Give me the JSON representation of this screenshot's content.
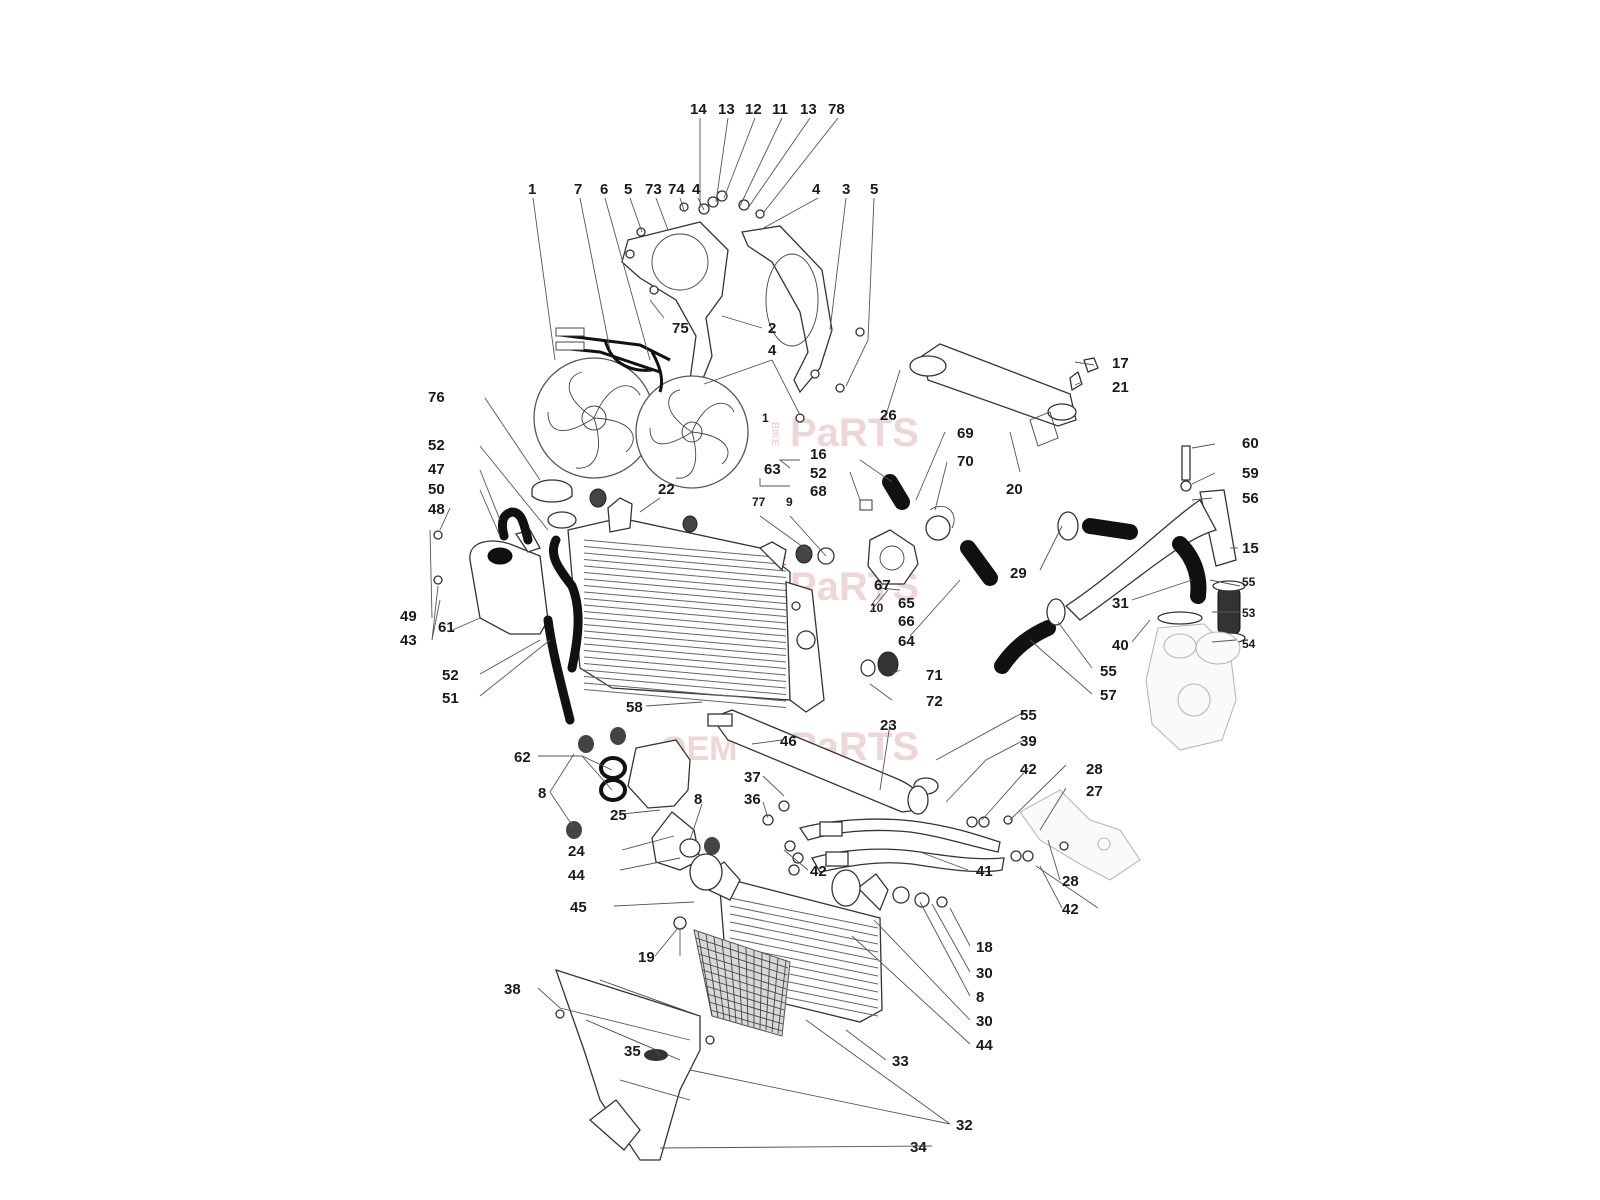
{
  "watermark": {
    "brand_left": "OEM",
    "brand_small": "BIKE",
    "brand_right": "PaRTS",
    "color": "#e06a6a"
  },
  "callouts": [
    {
      "id": "c14",
      "text": "14"
    },
    {
      "id": "c13a",
      "text": "13"
    },
    {
      "id": "c12",
      "text": "12"
    },
    {
      "id": "c11",
      "text": "11"
    },
    {
      "id": "c13b",
      "text": "13"
    },
    {
      "id": "c78",
      "text": "78"
    },
    {
      "id": "c1",
      "text": "1"
    },
    {
      "id": "c7",
      "text": "7"
    },
    {
      "id": "c6",
      "text": "6"
    },
    {
      "id": "c5a",
      "text": "5"
    },
    {
      "id": "c73",
      "text": "73"
    },
    {
      "id": "c74",
      "text": "74"
    },
    {
      "id": "c4a",
      "text": "4"
    },
    {
      "id": "c4b",
      "text": "4"
    },
    {
      "id": "c3",
      "text": "3"
    },
    {
      "id": "c5b",
      "text": "5"
    },
    {
      "id": "c75",
      "text": "75"
    },
    {
      "id": "c2",
      "text": "2"
    },
    {
      "id": "c4c",
      "text": "4"
    },
    {
      "id": "c17",
      "text": "17"
    },
    {
      "id": "c21",
      "text": "21"
    },
    {
      "id": "c26",
      "text": "26"
    },
    {
      "id": "c1b",
      "text": "1"
    },
    {
      "id": "c76",
      "text": "76"
    },
    {
      "id": "c69",
      "text": "69"
    },
    {
      "id": "c16",
      "text": "16"
    },
    {
      "id": "c70",
      "text": "70"
    },
    {
      "id": "c20",
      "text": "20"
    },
    {
      "id": "c60",
      "text": "60"
    },
    {
      "id": "c52a",
      "text": "52"
    },
    {
      "id": "c63",
      "text": "63"
    },
    {
      "id": "c52b",
      "text": "52"
    },
    {
      "id": "c47",
      "text": "47"
    },
    {
      "id": "c68",
      "text": "68"
    },
    {
      "id": "c59",
      "text": "59"
    },
    {
      "id": "c50",
      "text": "50"
    },
    {
      "id": "c77",
      "text": "77"
    },
    {
      "id": "c9",
      "text": "9"
    },
    {
      "id": "c22",
      "text": "22"
    },
    {
      "id": "c56",
      "text": "56"
    },
    {
      "id": "c48",
      "text": "48"
    },
    {
      "id": "c15",
      "text": "15"
    },
    {
      "id": "c29",
      "text": "29"
    },
    {
      "id": "c67",
      "text": "67"
    },
    {
      "id": "c55a",
      "text": "55"
    },
    {
      "id": "c10",
      "text": "10"
    },
    {
      "id": "c65",
      "text": "65"
    },
    {
      "id": "c31",
      "text": "31"
    },
    {
      "id": "c53",
      "text": "53"
    },
    {
      "id": "c49",
      "text": "49"
    },
    {
      "id": "c66",
      "text": "66"
    },
    {
      "id": "c43",
      "text": "43"
    },
    {
      "id": "c61",
      "text": "61"
    },
    {
      "id": "c64",
      "text": "64"
    },
    {
      "id": "c40",
      "text": "40"
    },
    {
      "id": "c54",
      "text": "54"
    },
    {
      "id": "c55b",
      "text": "55"
    },
    {
      "id": "c71",
      "text": "71"
    },
    {
      "id": "c52c",
      "text": "52"
    },
    {
      "id": "c57",
      "text": "57"
    },
    {
      "id": "c51",
      "text": "51"
    },
    {
      "id": "c72",
      "text": "72"
    },
    {
      "id": "c58",
      "text": "58"
    },
    {
      "id": "c55c",
      "text": "55"
    },
    {
      "id": "c23",
      "text": "23"
    },
    {
      "id": "c46",
      "text": "46"
    },
    {
      "id": "c39",
      "text": "39"
    },
    {
      "id": "c62",
      "text": "62"
    },
    {
      "id": "c42a",
      "text": "42"
    },
    {
      "id": "c28a",
      "text": "28"
    },
    {
      "id": "c37",
      "text": "37"
    },
    {
      "id": "c8a",
      "text": "8"
    },
    {
      "id": "c27",
      "text": "27"
    },
    {
      "id": "c36",
      "text": "36"
    },
    {
      "id": "c25",
      "text": "25"
    },
    {
      "id": "c8b",
      "text": "8"
    },
    {
      "id": "c24",
      "text": "24"
    },
    {
      "id": "c42b",
      "text": "42"
    },
    {
      "id": "c41",
      "text": "41"
    },
    {
      "id": "c44a",
      "text": "44"
    },
    {
      "id": "c28b",
      "text": "28"
    },
    {
      "id": "c45",
      "text": "45"
    },
    {
      "id": "c42c",
      "text": "42"
    },
    {
      "id": "c18",
      "text": "18"
    },
    {
      "id": "c19",
      "text": "19"
    },
    {
      "id": "c30a",
      "text": "30"
    },
    {
      "id": "c38",
      "text": "38"
    },
    {
      "id": "c8c",
      "text": "8"
    },
    {
      "id": "c30b",
      "text": "30"
    },
    {
      "id": "c44b",
      "text": "44"
    },
    {
      "id": "c35",
      "text": "35"
    },
    {
      "id": "c33",
      "text": "33"
    },
    {
      "id": "c32",
      "text": "32"
    },
    {
      "id": "c34",
      "text": "34"
    }
  ]
}
